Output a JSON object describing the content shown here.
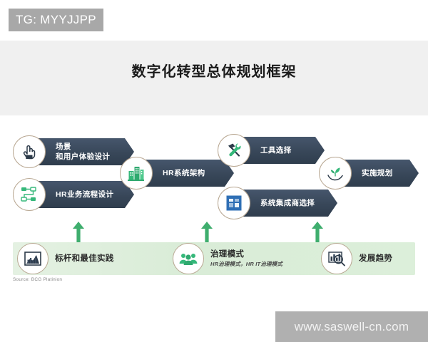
{
  "watermarks": {
    "top_tag": "TG: MYYJJPP",
    "bottom_url": "www.saswell-cn.com"
  },
  "header": {
    "title": "数字化转型总体规划框架"
  },
  "colors": {
    "header_band": "#f0f0f0",
    "chevron_navy": "#384759",
    "circle_border": "#b9a893",
    "green_band": "#dcefda",
    "arrow_green": "#3fae6e",
    "icon_green": "#35b87a",
    "icon_dark": "#2c3a49",
    "icon_blue": "#2f6fb5"
  },
  "diagram": {
    "nodes": [
      {
        "id": "scenario-ux-design",
        "label": "场景\n和用户体验设计",
        "icon": "hand-pointer-icon",
        "column": 1
      },
      {
        "id": "hr-business-process-design",
        "label": "HR业务流程设计",
        "icon": "flowchart-icon",
        "column": 1
      },
      {
        "id": "hr-system-architecture",
        "label": "HR系统架构",
        "icon": "buildings-icon",
        "column": 2
      },
      {
        "id": "tool-selection",
        "label": "工具选择",
        "icon": "hammer-wrench-icon",
        "column": 3
      },
      {
        "id": "system-integrator-selection",
        "label": "系统集成商选择",
        "icon": "puzzle-integration-icon",
        "column": 3
      },
      {
        "id": "implementation-planning",
        "label": "实施规划",
        "icon": "hand-sprout-icon",
        "column": 4
      }
    ],
    "arrows": [
      {
        "id": "arrow-left",
        "direction": "up"
      },
      {
        "id": "arrow-center",
        "direction": "up"
      },
      {
        "id": "arrow-right",
        "direction": "up"
      }
    ],
    "foundation": {
      "items": [
        {
          "id": "benchmark-best-practices",
          "title": "标杆和最佳实践",
          "subtitle": "",
          "icon": "bar-chart-photo-icon"
        },
        {
          "id": "governance-model",
          "title": "治理模式",
          "subtitle": "HR治理模式，HR IT治理模式",
          "icon": "people-group-icon"
        },
        {
          "id": "development-trends",
          "title": "发展趋势",
          "subtitle": "",
          "icon": "chart-magnifier-icon"
        }
      ]
    },
    "source": "Source: BCG Platinion"
  }
}
